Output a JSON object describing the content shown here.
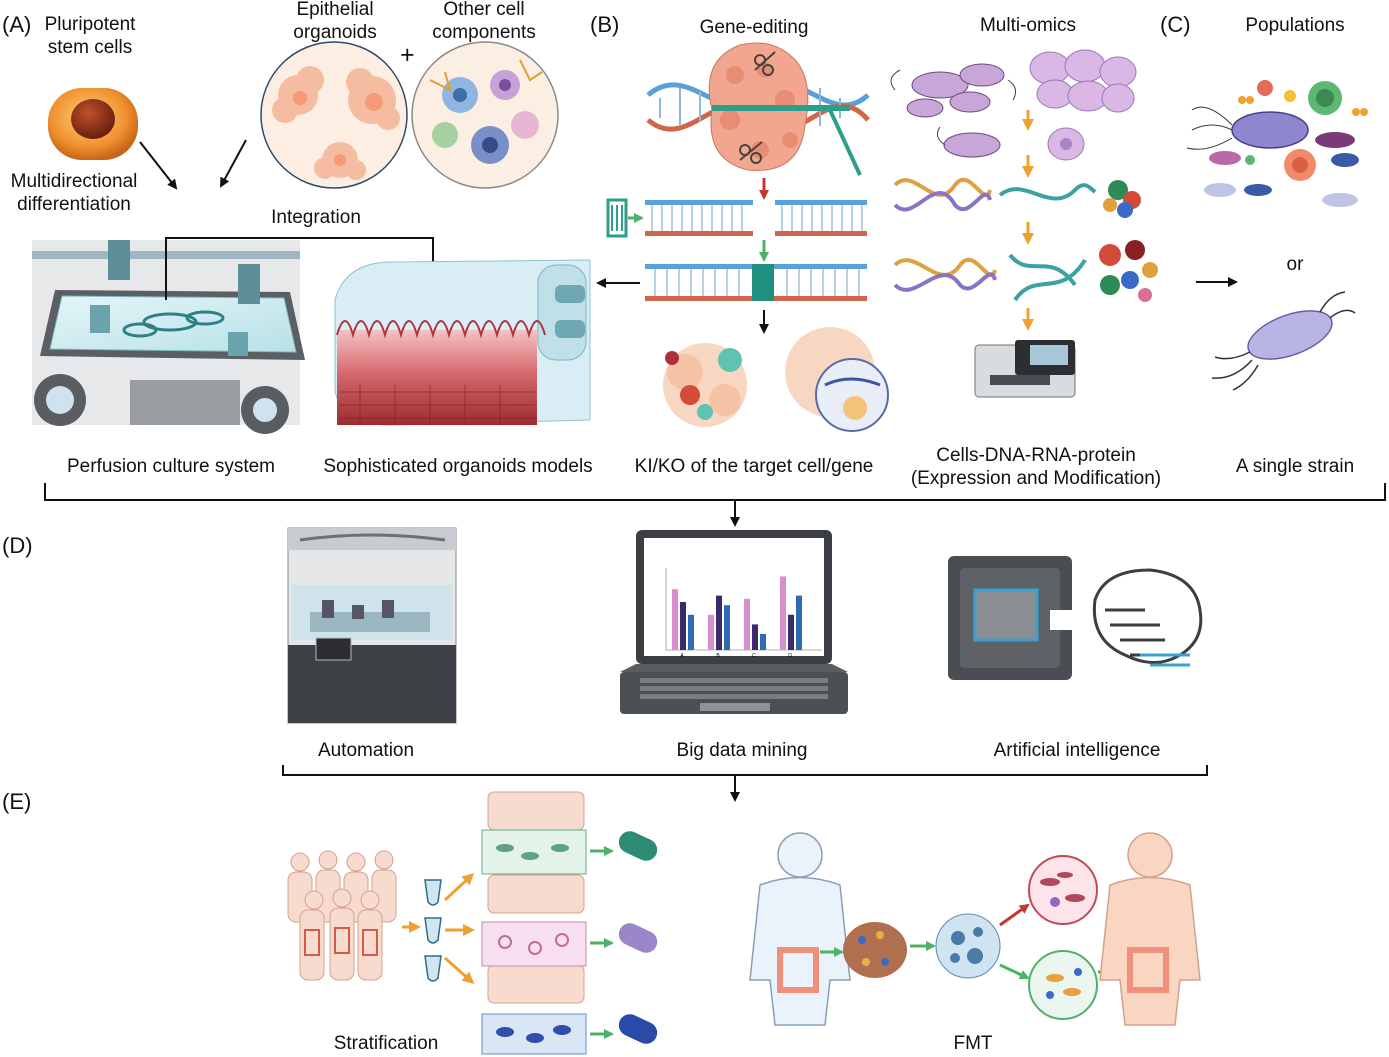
{
  "panels": {
    "a": "(A)",
    "b": "(B)",
    "c": "(C)",
    "d": "(D)",
    "e": "(E)"
  },
  "panel_a": {
    "pluripotent": "Pluripotent\nstem cells",
    "epithelial": "Epithelial\norganoids",
    "plus": "+",
    "other_cells": "Other cell\ncomponents",
    "multidirectional": "Multidirectional\ndifferentiation",
    "integration": "Integration",
    "perfusion": "Perfusion culture system",
    "sophisticated": "Sophisticated organoids models"
  },
  "panel_b": {
    "gene_editing": "Gene-editing",
    "kiko": "KI/KO of the target cell/gene",
    "multi_omics": "Multi-omics",
    "cells_dna": "Cells-DNA-RNA-protein\n(Expression and Modification)"
  },
  "panel_c": {
    "populations": "Populations",
    "or": "or",
    "single_strain": "A single strain"
  },
  "panel_d": {
    "automation": "Automation",
    "big_data": "Big data mining",
    "ai": "Artificial intelligence",
    "mini_chart_categories": [
      "A",
      "B",
      "C",
      "D"
    ]
  },
  "panel_e": {
    "stratification": "Stratification",
    "fmt": "FMT"
  },
  "colors": {
    "organoid_orange": "#f08a4b",
    "arrow_green": "#4cb26a",
    "arrow_orange": "#f0a030",
    "tissue_red": "#c0504d",
    "dna_blue": "#5aa0d8",
    "bacteria_purple": "#9a8ac8",
    "instrument_gray": "#6d7075"
  }
}
